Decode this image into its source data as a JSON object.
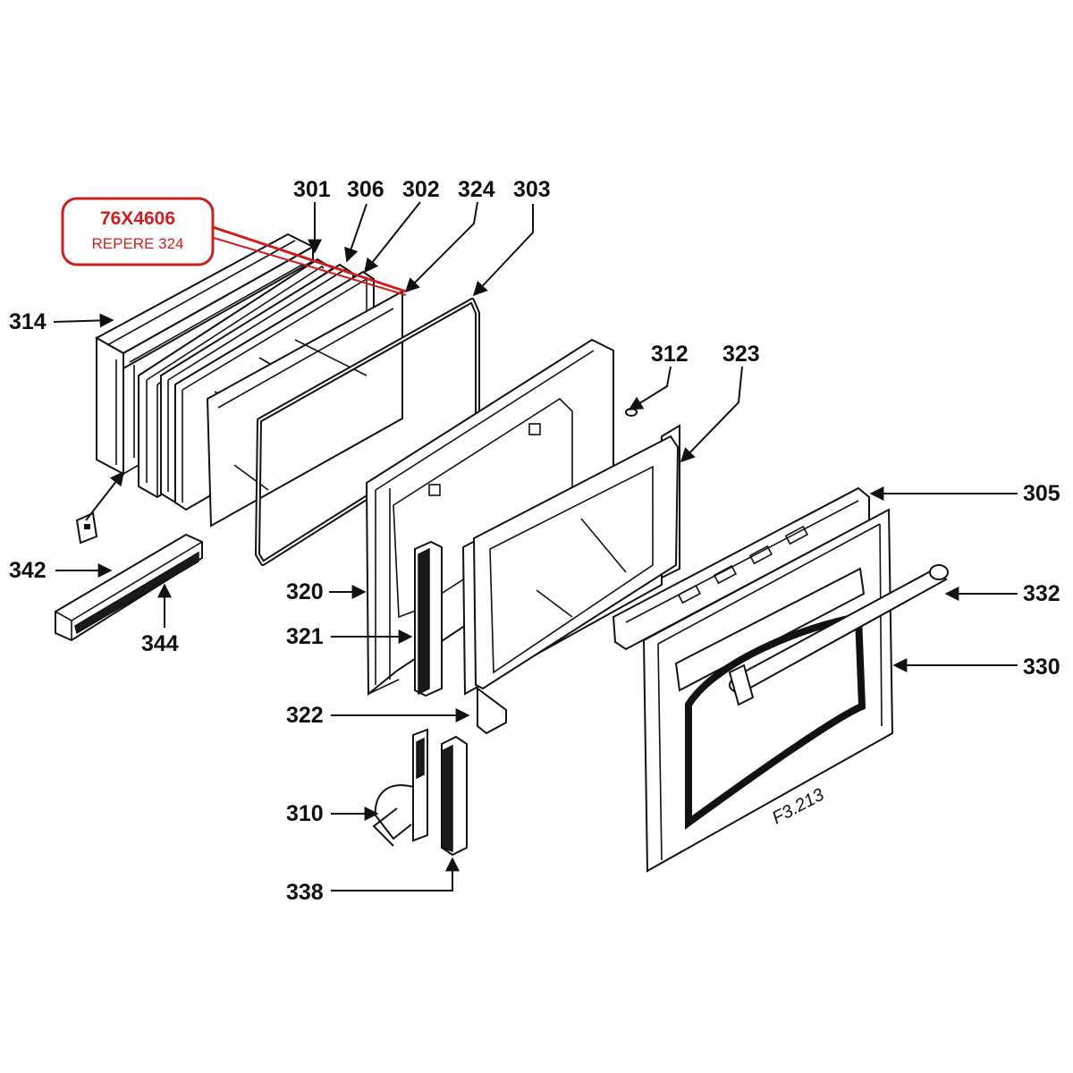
{
  "colors": {
    "ink": "#111111",
    "callout": "#cc1f1f",
    "background": "#ffffff"
  },
  "callout": {
    "code": "76X4606",
    "subtitle": "REPERE 324"
  },
  "drawing_ref": "F3.213",
  "labels": {
    "p301": "301",
    "p306": "306",
    "p302": "302",
    "p324": "324",
    "p303": "303",
    "p314": "314",
    "p312": "312",
    "p323": "323",
    "p305": "305",
    "p332": "332",
    "p330": "330",
    "p342": "342",
    "p344": "344",
    "p320": "320",
    "p321": "321",
    "p322": "322",
    "p310": "310",
    "p338": "338"
  }
}
